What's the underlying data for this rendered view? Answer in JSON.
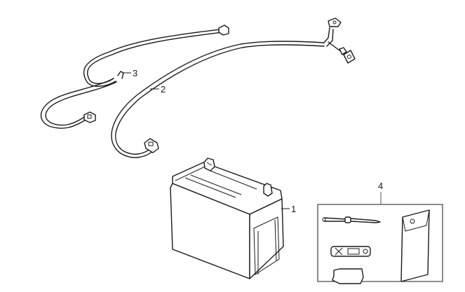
{
  "diagram": {
    "type": "exploded-parts-view",
    "subject": "battery and cables",
    "background": "#ffffff",
    "line_color": "#1a1a1a",
    "parts": [
      {
        "callout": "1",
        "name": "battery"
      },
      {
        "callout": "2",
        "name": "battery-cable-long"
      },
      {
        "callout": "3",
        "name": "battery-cable-short"
      },
      {
        "callout": "4",
        "name": "tool-kit"
      }
    ],
    "tool_kit_contents": [
      "screwdriver",
      "box-wrench",
      "tool-grip",
      "tool-pouch"
    ]
  }
}
